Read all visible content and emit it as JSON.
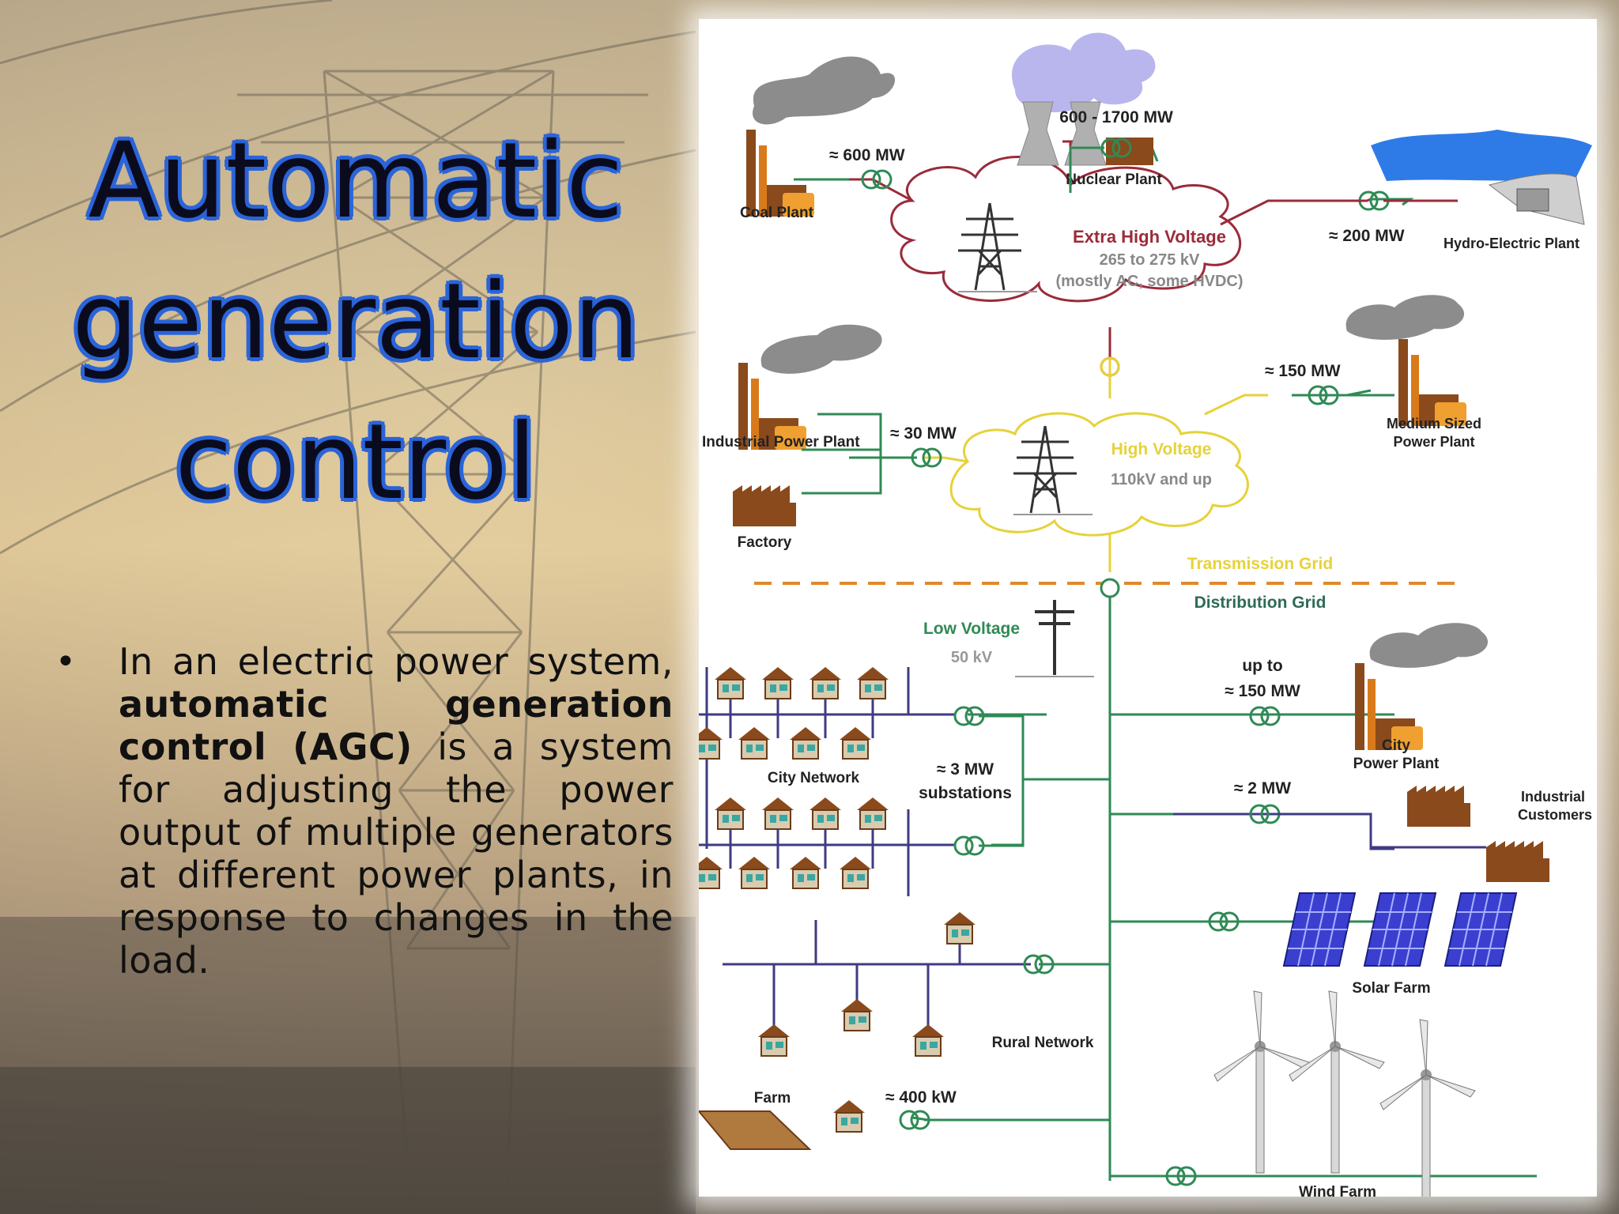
{
  "slide": {
    "title_lines": [
      "Automatic",
      "generation",
      "control"
    ],
    "bullet": {
      "part1": "In an electric power system, ",
      "bold1": "automatic generation control (AGC)",
      "part2": " is a system for adjusting the power output of multiple generators at different power plants, in response to changes in the load."
    }
  },
  "diagram": {
    "coal_plant": {
      "label": "Coal Plant",
      "power": "≈ 600  MW"
    },
    "nuclear_plant": {
      "label": "Nuclear Plant",
      "power": "600 - 1700  MW"
    },
    "hydro_plant": {
      "label": "Hydro-Electric Plant",
      "power": "≈ 200  MW"
    },
    "ehv": {
      "title": "Extra High Voltage",
      "line2": "265 to 275 kV",
      "line3": "(mostly AC, some HVDC)"
    },
    "industrial_power_plant": {
      "label": "Industrial Power Plant",
      "power": "≈ 30 MW"
    },
    "factory": {
      "label": "Factory"
    },
    "hv": {
      "title": "High Voltage",
      "line2": "110kV and up"
    },
    "medium_plant": {
      "label_line1": "Medium Sized",
      "label_line2": "Power Plant",
      "power": "≈ 150  MW"
    },
    "grid_split": {
      "transmission": "Transmission Grid",
      "distribution": "Distribution Grid"
    },
    "low_voltage": {
      "title": "Low Voltage",
      "value": "50 kV"
    },
    "city_network": {
      "label": "City Network",
      "power_line1": "≈ 3  MW",
      "power_line2": "substations"
    },
    "city_plant": {
      "power_line1": "up to",
      "power_line2": "≈ 150  MW",
      "label_line1": "City",
      "label_line2": "Power Plant"
    },
    "industrial_customers": {
      "power": "≈ 2  MW",
      "label_line1": "Industrial",
      "label_line2": "Customers"
    },
    "solar_farm": {
      "label": "Solar Farm"
    },
    "rural_network": {
      "label": "Rural Network"
    },
    "farm": {
      "label": "Farm",
      "power": "≈ 400 kW"
    },
    "wind_farm": {
      "label": "Wind Farm"
    },
    "colors": {
      "ehv_line": "#9b2b3a",
      "hv_line": "#e6d23a",
      "distribution_line": "#2f8a55",
      "rural_line": "#3f3b82",
      "divider": "#e08a2c",
      "factory_brown": "#8a4a1c",
      "plant_orange": "#f0a030",
      "smoke": "#8c8c8c",
      "nuclear_steam": "#b9b6ee",
      "solar_blue": "#3b3fd0"
    }
  }
}
